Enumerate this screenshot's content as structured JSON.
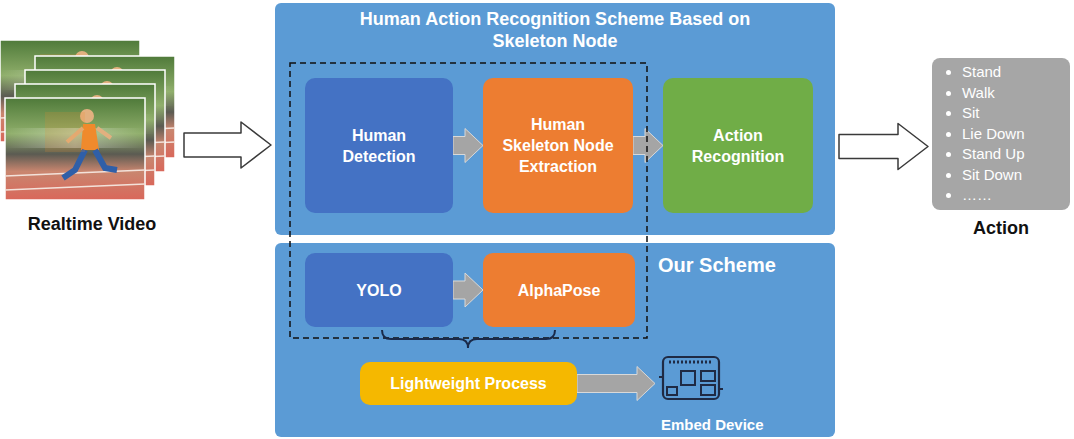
{
  "diagram": {
    "nodes": [
      {
        "text": [
          "Realtime Video"
        ]
      },
      {
        "text": [
          "Human Action Recognition Scheme Based on Skeleton Node"
        ]
      },
      {
        "text": [
          "Human Detection"
        ],
        "in": 1
      },
      {
        "text": [
          "Human Skeleton Node Extraction"
        ],
        "in": 1
      },
      {
        "text": [
          "Action Recognition"
        ],
        "in": 1
      },
      {
        "text": [
          "Our Scheme"
        ]
      },
      {
        "text": [
          "YOLO"
        ],
        "in": 5
      },
      {
        "text": [
          "AlphaPose"
        ],
        "in": 5
      },
      {
        "text": [
          "Lightweight Process"
        ],
        "in": 5
      },
      {
        "text": [
          "Embed Device"
        ],
        "in": 5
      },
      {
        "text": [
          "Stand",
          "Walk",
          "Sit",
          "Lie Down",
          "Stand Up",
          "Sit Down",
          "……",
          "Action"
        ]
      }
    ],
    "edges": [
      {
        "from": 0,
        "to": 1,
        "arrow": "to"
      },
      {
        "from": 2,
        "to": 3,
        "arrow": "to"
      },
      {
        "from": 3,
        "to": 4,
        "arrow": "to"
      },
      {
        "from": 6,
        "to": 7,
        "arrow": "to"
      },
      {
        "from": 8,
        "to": 9,
        "arrow": "to"
      },
      {
        "from": 1,
        "to": 10,
        "arrow": "to"
      }
    ]
  }
}
